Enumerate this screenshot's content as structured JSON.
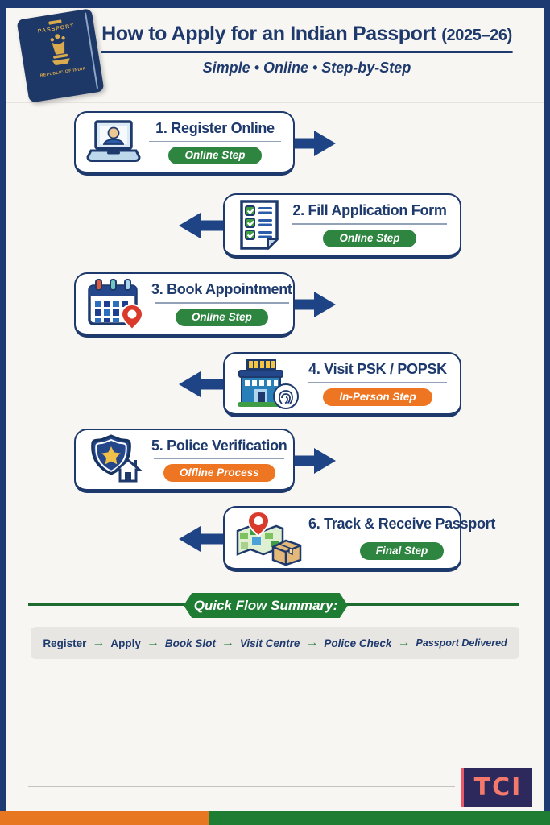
{
  "header": {
    "title": "How to Apply for an Indian Passport",
    "year": "(2025–26)",
    "subtitle": "Simple • Online • Step-by-Step"
  },
  "passport": {
    "top_label": "PASSPORT",
    "bottom_label": "REPUBLIC OF INDIA"
  },
  "steps": [
    {
      "title": "1. Register Online",
      "badge": "Online Step",
      "badge_color": "#2E8540",
      "icon": "laptop-user-icon"
    },
    {
      "title": "2. Fill Application Form",
      "badge": "Online Step",
      "badge_color": "#2E8540",
      "icon": "checklist-icon"
    },
    {
      "title": "3. Book Appointment",
      "badge": "Online Step",
      "badge_color": "#2E8540",
      "icon": "calendar-pin-icon"
    },
    {
      "title": "4. Visit PSK / POPSK",
      "badge": "In-Person Step",
      "badge_color": "#EE7522",
      "icon": "building-fingerprint-icon"
    },
    {
      "title": "5. Police Verification",
      "badge": "Offline Process",
      "badge_color": "#EE7522",
      "icon": "police-badge-house-icon"
    },
    {
      "title": "6. Track & Receive Passport",
      "badge": "Final Step",
      "badge_color": "#2E8540",
      "icon": "map-package-icon"
    }
  ],
  "summary": {
    "heading": "Quick Flow Summary:",
    "items": [
      "Register",
      "Apply",
      "Book Slot",
      "Visit Centre",
      "Police Check",
      "Passport Delivered"
    ],
    "arrow": "→"
  },
  "footer": {
    "logo_text": "TCI"
  },
  "colors": {
    "background": "#F8F6F2",
    "frame_navy": "#1D3B72",
    "text_navy": "#1E3A6D",
    "arrow_navy": "#1E4486",
    "badge_green": "#2E8540",
    "badge_orange": "#EE7522",
    "ribbon_green": "#1E7C33",
    "footer_orange": "#E87722",
    "footer_green": "#1E7C33",
    "summary_bar_bg": "#E8E6E2",
    "logo_bg": "#2E295C",
    "logo_accent": "#E8596A",
    "logo_text_color": "#F2796B"
  }
}
